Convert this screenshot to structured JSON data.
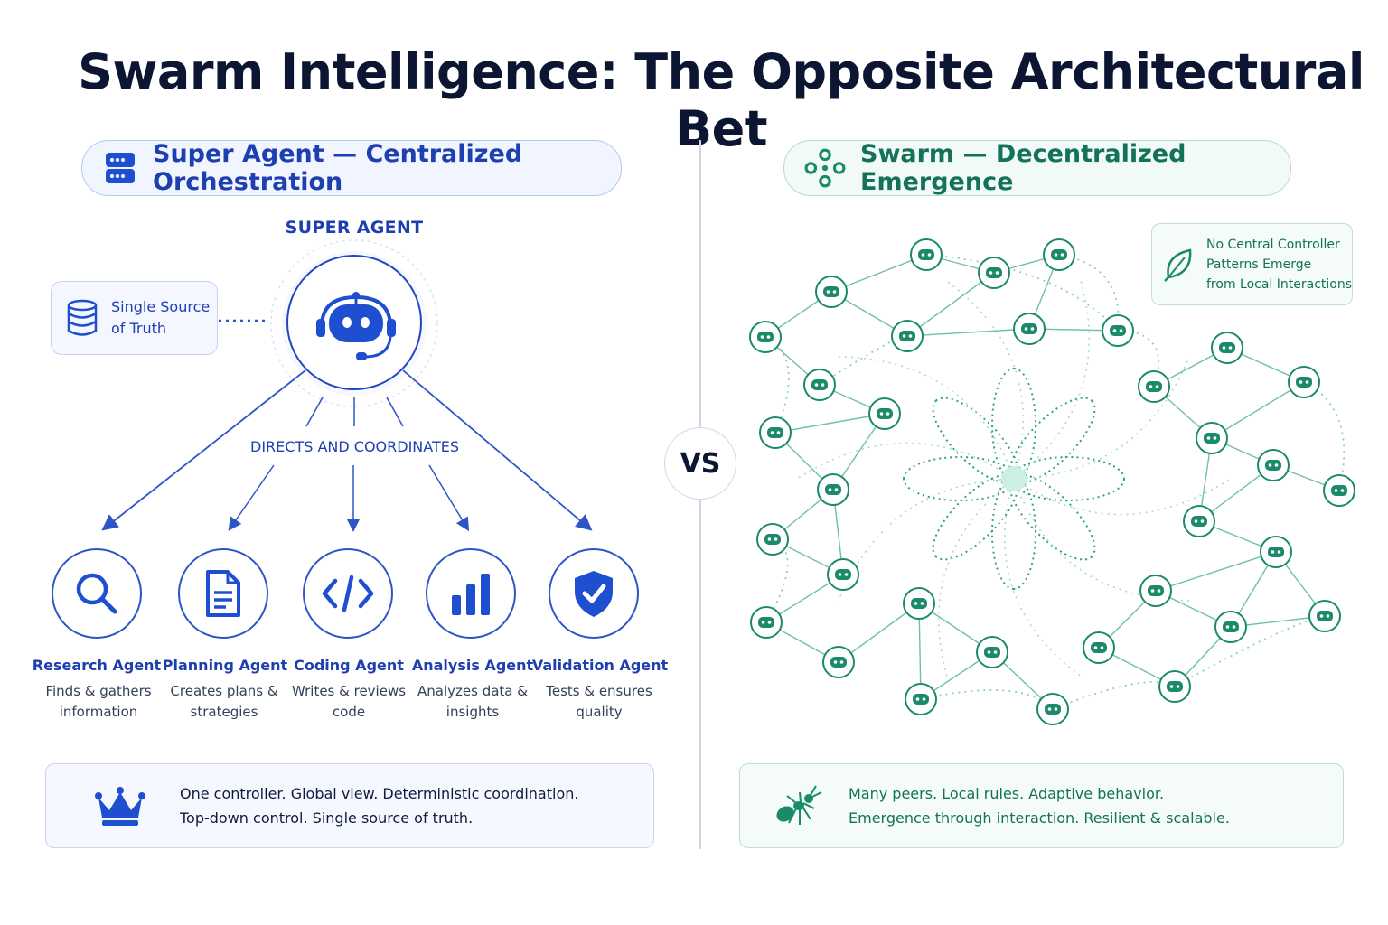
{
  "title": "Swarm Intelligence: The Opposite Architectural Bet",
  "left": {
    "header": "Super Agent — Centralized Orchestration",
    "header_icon": "server-stack-icon",
    "super_agent_label": "SUPER AGENT",
    "source_of_truth": {
      "line1": "Single Source",
      "line2": "of Truth",
      "icon": "database-icon"
    },
    "directs_label": "DIRECTS AND COORDINATES",
    "agents": [
      {
        "name": "Research Agent",
        "desc1": "Finds & gathers",
        "desc2": "information",
        "icon": "search-icon"
      },
      {
        "name": "Planning Agent",
        "desc1": "Creates plans &",
        "desc2": "strategies",
        "icon": "document-icon"
      },
      {
        "name": "Coding Agent",
        "desc1": "Writes & reviews",
        "desc2": "code",
        "icon": "code-icon"
      },
      {
        "name": "Analysis Agent",
        "desc1": "Analyzes data &",
        "desc2": "insights",
        "icon": "bar-chart-icon"
      },
      {
        "name": "Validation Agent",
        "desc1": "Tests & ensures",
        "desc2": "quality",
        "icon": "shield-check-icon"
      }
    ],
    "summary": {
      "line1": "One controller. Global view. Deterministic coordination.",
      "line2": "Top-down control. Single source of truth.",
      "icon": "crown-icon"
    },
    "accent": "#1e3fb0"
  },
  "vs": "VS",
  "right": {
    "header": "Swarm — Decentralized Emergence",
    "header_icon": "network-nodes-icon",
    "note": {
      "line1": "No Central Controller",
      "line2": "Patterns Emerge",
      "line3": "from Local Interactions",
      "icon": "leaf-icon"
    },
    "summary": {
      "line1": "Many peers. Local rules. Adaptive behavior.",
      "line2": "Emergence through interaction. Resilient & scalable.",
      "icon": "ant-icon"
    },
    "accent": "#137258"
  }
}
